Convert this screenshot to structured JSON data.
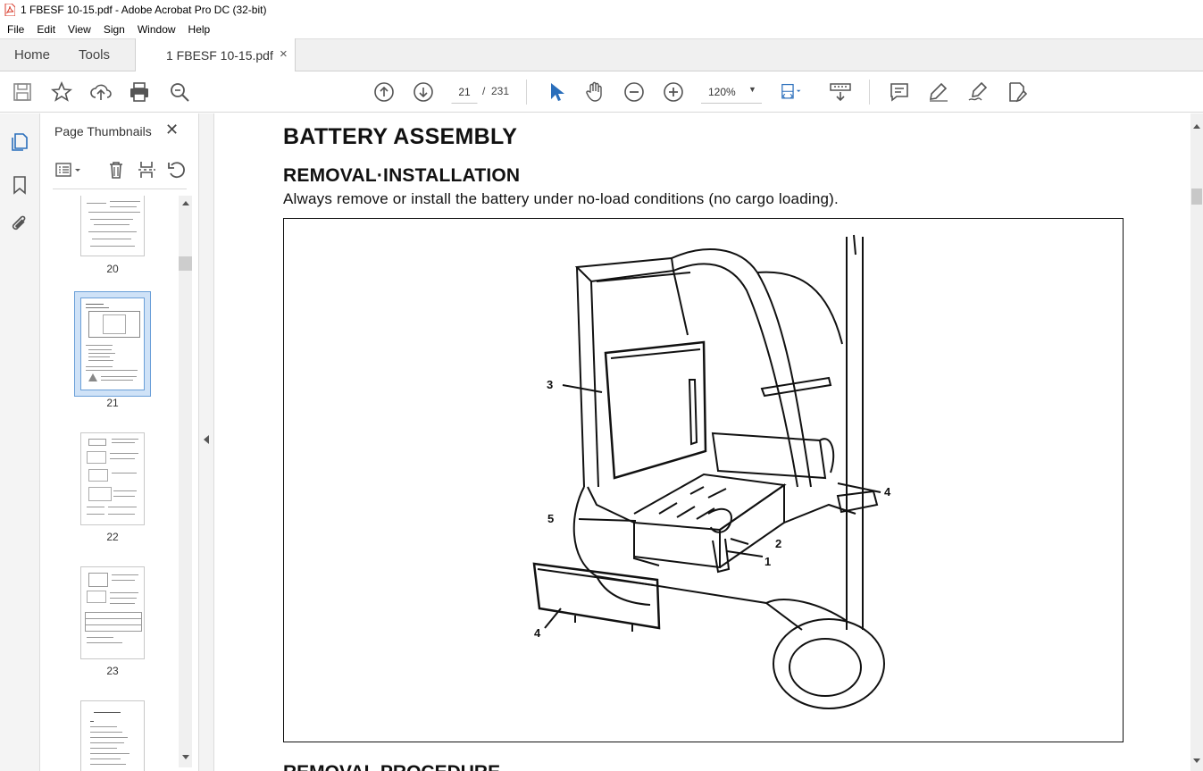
{
  "window": {
    "title": "1 FBESF 10-15.pdf - Adobe Acrobat Pro DC (32-bit)"
  },
  "menu": [
    "File",
    "Edit",
    "View",
    "Sign",
    "Window",
    "Help"
  ],
  "tabs": {
    "home": "Home",
    "tools": "Tools",
    "document": "1 FBESF 10-15.pdf",
    "close_symbol": "×"
  },
  "toolbar": {
    "page_current": "21",
    "page_separator": "/",
    "page_total": "231",
    "zoom": "120%",
    "icons": [
      "save-icon",
      "bookmark-star-icon",
      "upload-icon",
      "print-icon",
      "search-zoom-icon",
      "prev-page-icon",
      "next-page-icon",
      "select-cursor-icon",
      "hand-icon",
      "zoom-out-icon",
      "zoom-in-icon",
      "fit-page-icon",
      "scroll-mode-icon",
      "comment-icon",
      "highlight-icon",
      "sign-icon",
      "fill-sign-icon"
    ]
  },
  "left_panel": {
    "title": "Page Thumbnails",
    "thumbnails": [
      {
        "page": "20",
        "selected": false
      },
      {
        "page": "21",
        "selected": true
      },
      {
        "page": "22",
        "selected": false
      },
      {
        "page": "23",
        "selected": false
      }
    ]
  },
  "document": {
    "heading": "BATTERY ASSEMBLY",
    "subheading": "REMOVAL·INSTALLATION",
    "paragraph": "Always remove or install the battery under no-load conditions (no cargo loading).",
    "next_heading": "REMOVAL PROCEDURE",
    "figure_callouts": [
      "3",
      "4",
      "5",
      "2",
      "1",
      "4"
    ]
  },
  "colors": {
    "accent_blue": "#2a6ebb",
    "selection_blue": "#cfe2f7",
    "acrobat_red": "#d83b2b"
  }
}
